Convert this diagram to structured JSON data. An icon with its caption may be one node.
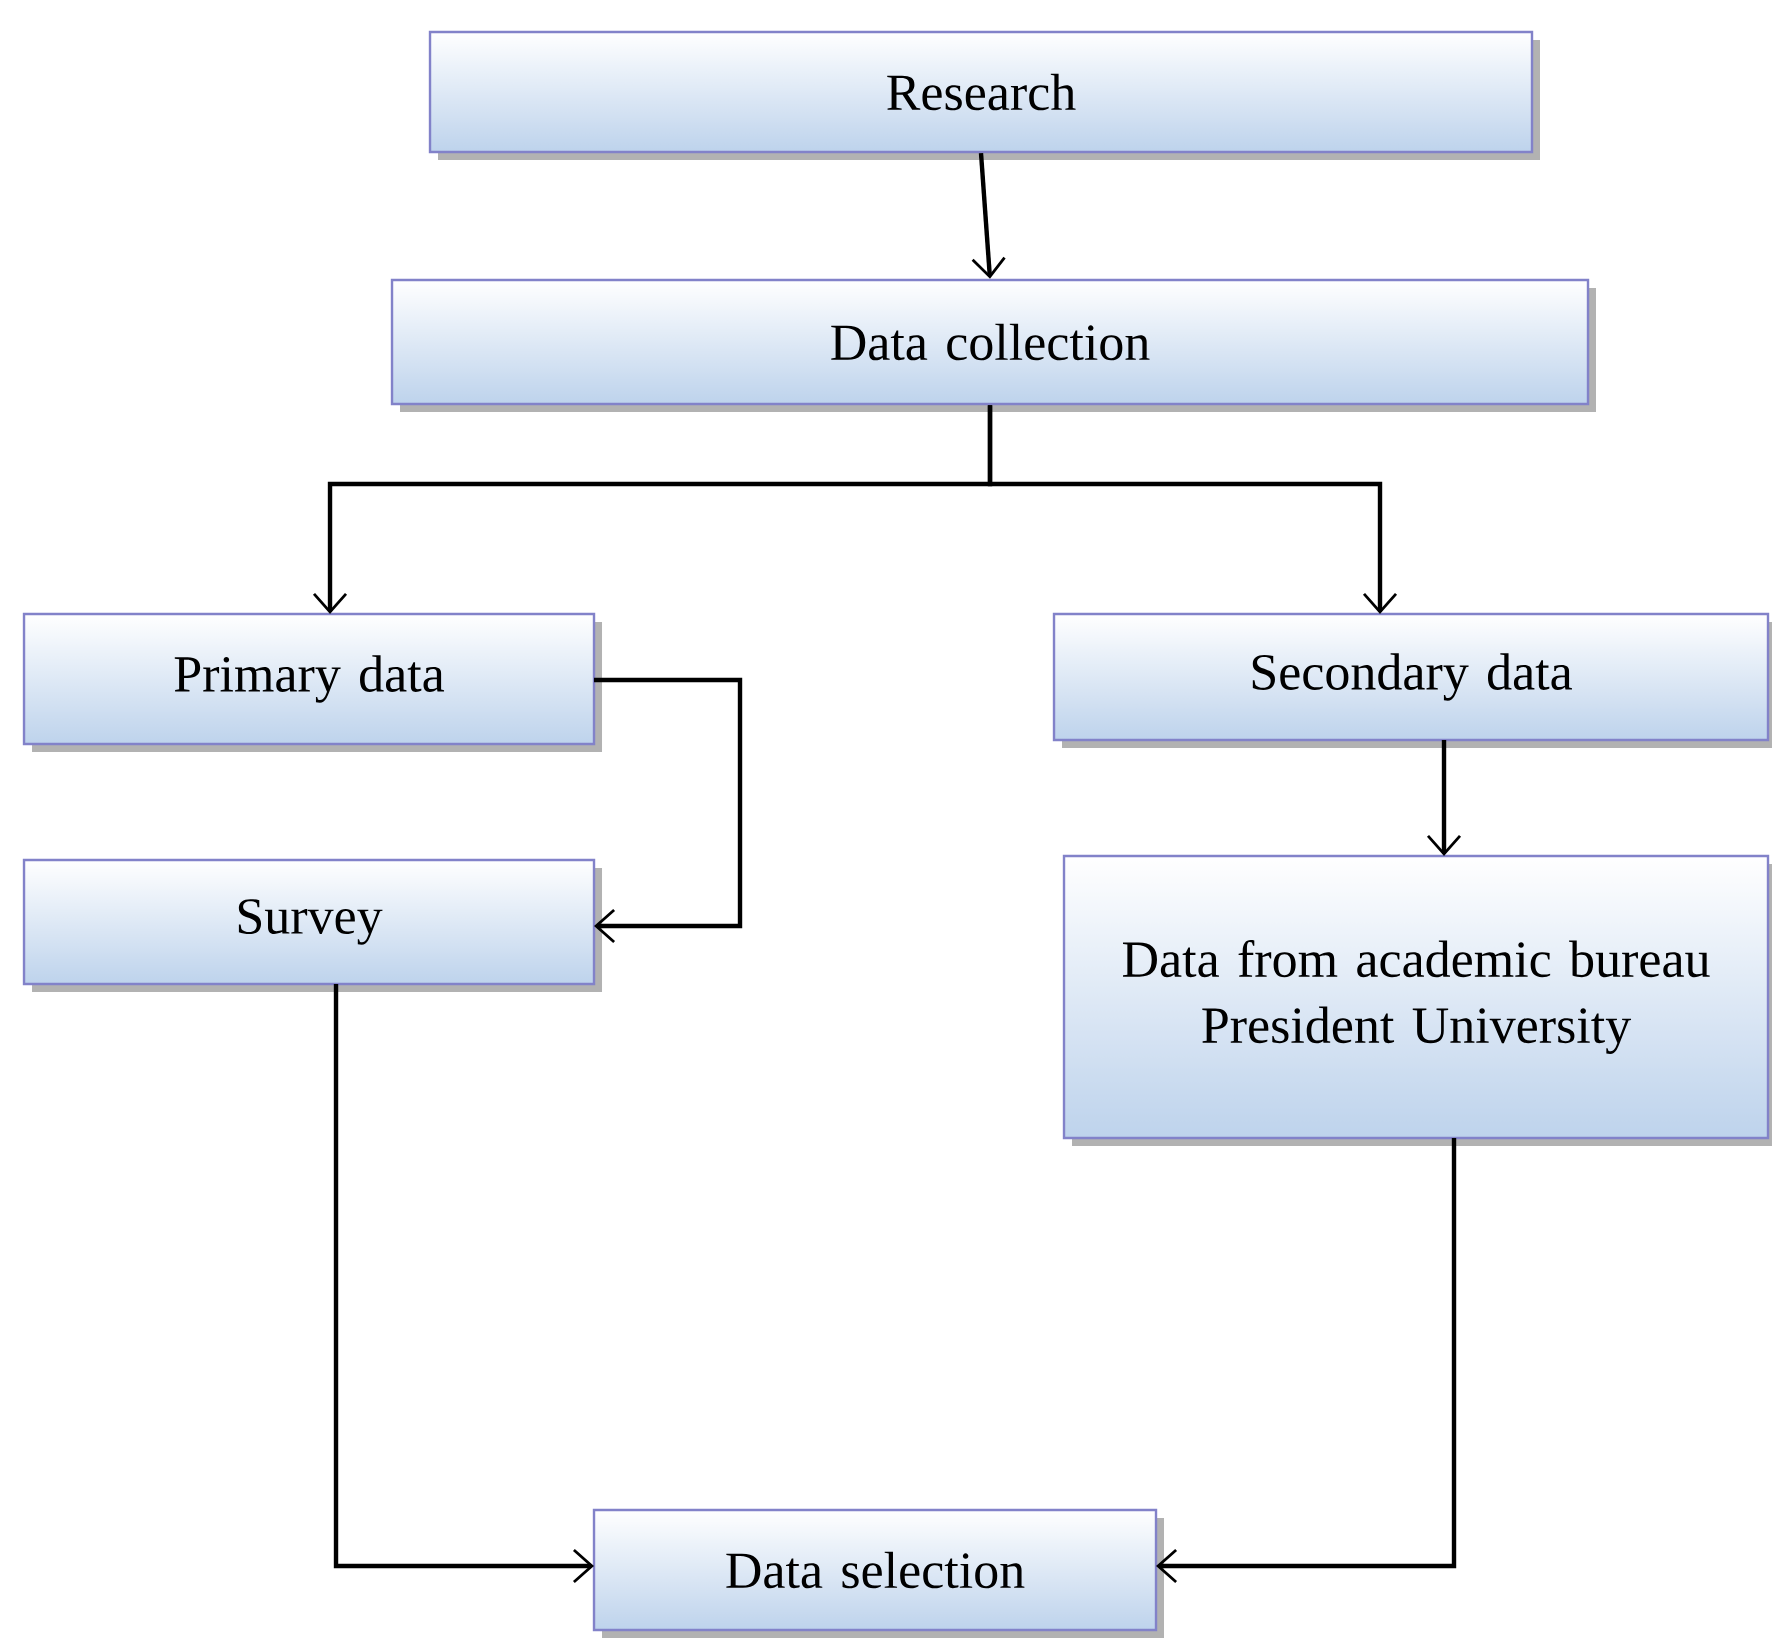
{
  "diagram": {
    "nodes": [
      {
        "text": [
          "Research"
        ]
      },
      {
        "text": [
          "Data collection"
        ]
      },
      {
        "text": [
          "Primary data"
        ]
      },
      {
        "text": [
          "Secondary data"
        ]
      },
      {
        "text": [
          "Survey"
        ]
      },
      {
        "text": [
          "Data from academic bureau President University"
        ]
      },
      {
        "text": [
          "Data selection"
        ]
      }
    ],
    "edges": [
      {
        "from": 0,
        "to": 1,
        "arrow": "to"
      },
      {
        "from": 1,
        "to": 2,
        "arrow": "to"
      },
      {
        "from": 1,
        "to": 3,
        "arrow": "to"
      },
      {
        "from": 2,
        "to": 4,
        "arrow": "to"
      },
      {
        "from": 3,
        "to": 5,
        "arrow": "to"
      },
      {
        "from": 4,
        "to": 6,
        "arrow": "to"
      },
      {
        "from": 5,
        "to": 6,
        "arrow": "to"
      }
    ]
  }
}
